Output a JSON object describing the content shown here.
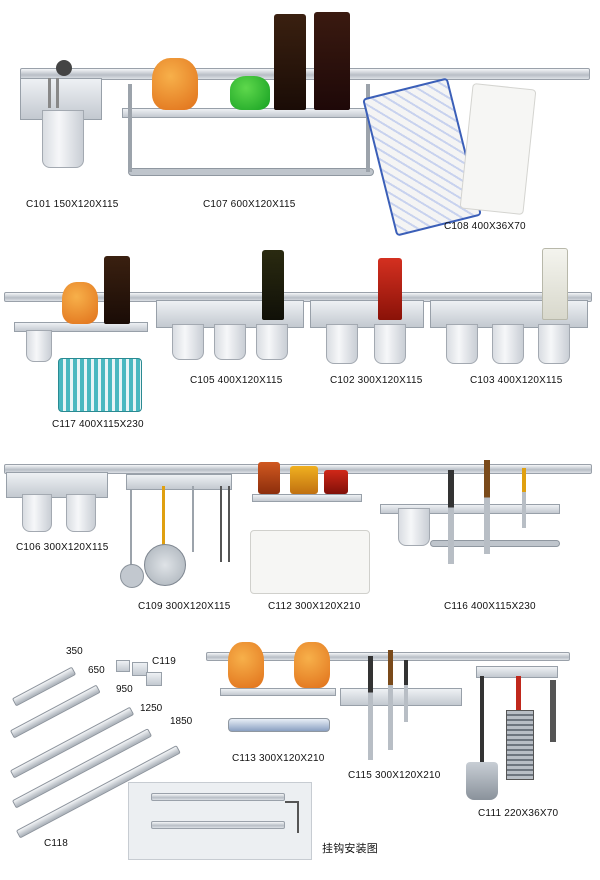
{
  "labels": {
    "c101": "C101  150X120X115",
    "c107": "C107  600X120X115",
    "c108": "C108  400X36X70",
    "c117": "C117  400X115X230",
    "c105": "C105  400X120X115",
    "c102": "C102  300X120X115",
    "c103": "C103  400X120X115",
    "c106": "C106  300X120X115",
    "c109": "C109  300X120X115",
    "c112": "C112  300X120X210",
    "c116": "C116  400X115X230",
    "c113": "C113  300X120X210",
    "c115": "C115  300X120X210",
    "c111": "C111  220X36X70",
    "c119": "C119",
    "c118": "C118"
  },
  "lengths": [
    "350",
    "650",
    "950",
    "1250",
    "1850"
  ],
  "diagram_caption": "挂钩安装图",
  "colors": {
    "rail": "#c4cad1",
    "towel_blue": "#3b5fb8",
    "bottle_dark": "#2a1a10",
    "sauce_red": "#c0281c",
    "jar_orange": "#e87a1c"
  }
}
